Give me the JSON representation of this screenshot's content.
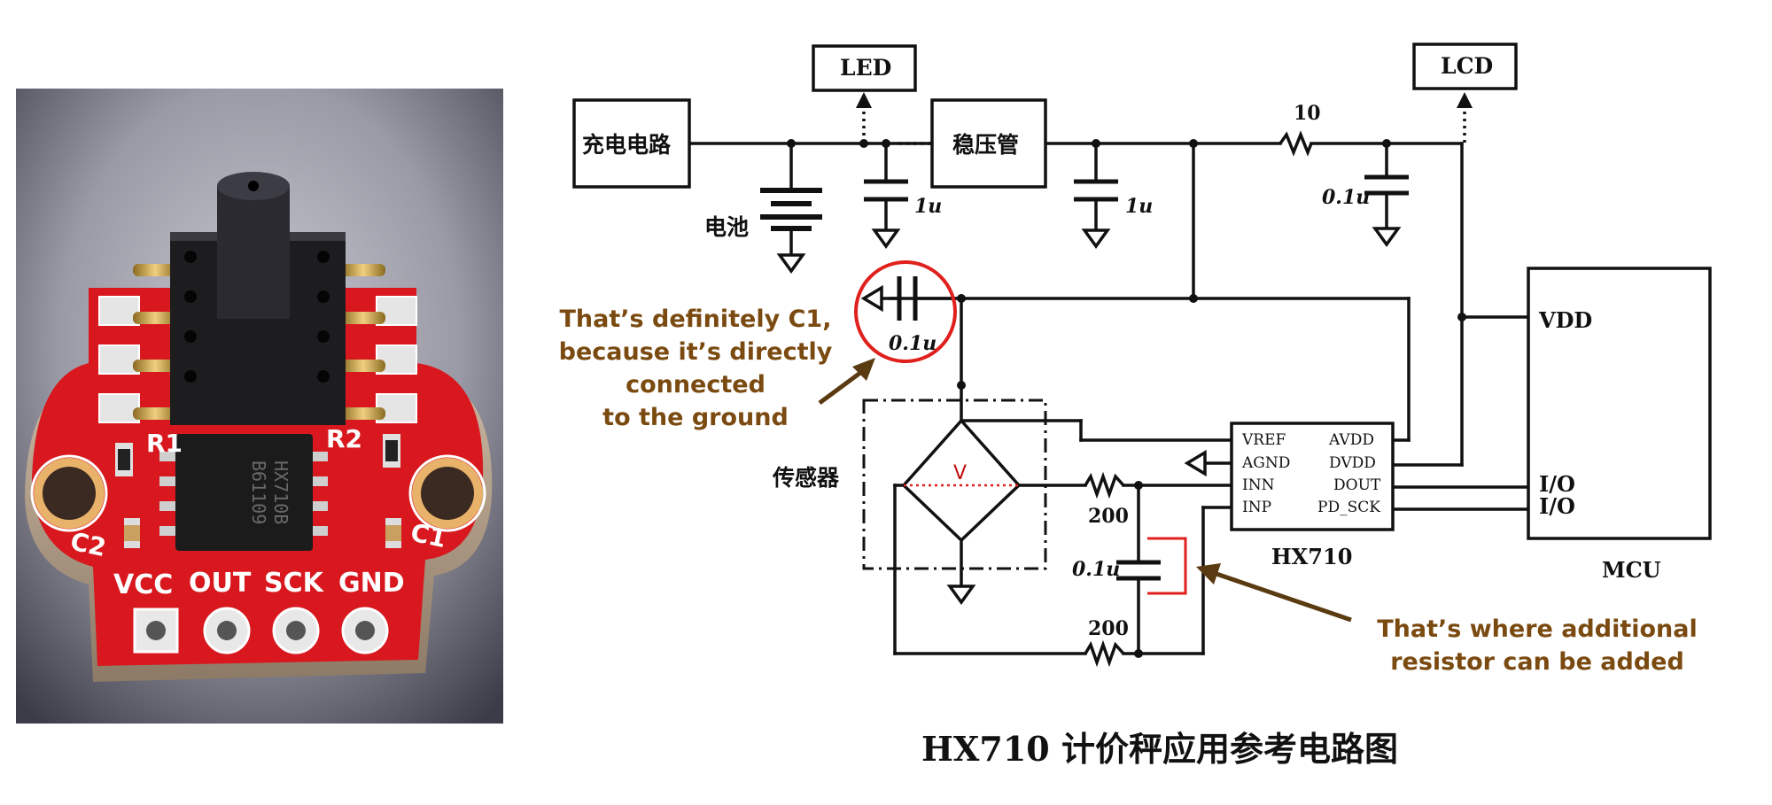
{
  "photo": {
    "chip_marking": [
      "HX710B",
      "B61109"
    ],
    "silkscreen": {
      "r1": "R1",
      "r2": "R2",
      "c1": "C1",
      "c2": "C2",
      "pins": [
        "VCC",
        "OUT",
        "SCK",
        "GND"
      ]
    }
  },
  "schematic": {
    "blocks": {
      "charging_circuit": "充电电路",
      "regulator": "稳压管",
      "led": "LED",
      "lcd": "LCD",
      "sensor": "传感器",
      "battery": "电池",
      "mcu": "MCU",
      "adc": "HX710"
    },
    "components": {
      "cap_1u_a": "1u",
      "cap_1u_b": "1u",
      "cap_01u_top": "0.1u",
      "cap_01u_c1": "0.1u",
      "cap_01u_mid": "0.1u",
      "res_10": "10",
      "res_200_top": "200",
      "res_200_bottom": "200",
      "bridge_v": "V"
    },
    "adc_pins": {
      "left": [
        "VREF",
        "AGND",
        "INN",
        "INP"
      ],
      "right": [
        "AVDD",
        "DVDD",
        "DOUT",
        "PD_SCK"
      ]
    },
    "mcu_pins": [
      "VDD",
      "I/O",
      "I/O"
    ]
  },
  "annotations": {
    "c1_note": [
      "That’s definitely C1,",
      "because it’s directly",
      "connected",
      "to the ground"
    ],
    "resistor_note": [
      "That’s where additional",
      "resistor can be added"
    ]
  },
  "caption": "HX710 计价秤应用参考电路图",
  "colors": {
    "board_red": "#d8181e",
    "annotation_brown": "#7a4a10",
    "highlight_red": "#e0201c",
    "line_black": "#111111"
  }
}
